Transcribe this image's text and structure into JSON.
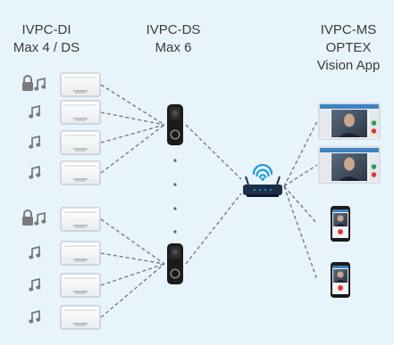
{
  "columns": {
    "di": {
      "line1": "IVPC-DI",
      "line2": "Max 4 / DS"
    },
    "ds": {
      "line1": "IVPC-DS",
      "line2": "Max 6"
    },
    "ms": {
      "line1": "IVPC-MS",
      "line2": "OPTEX",
      "line3": "Vision App"
    }
  },
  "icons": {
    "lock": "lock-icon",
    "music": "music-note-icon",
    "wifi": "wifi-icon"
  },
  "groups": [
    {
      "name": "group-top",
      "units": [
        {
          "lock": true
        },
        {
          "lock": false
        },
        {
          "lock": false
        },
        {
          "lock": false
        }
      ]
    },
    {
      "name": "group-bottom",
      "units": [
        {
          "lock": true
        },
        {
          "lock": false
        },
        {
          "lock": false
        },
        {
          "lock": false
        }
      ]
    }
  ],
  "colors": {
    "background": "#e8f4fc",
    "text": "#3a3a3a",
    "icon": "#7a7a7a",
    "dash": "#7a7a7a",
    "wifi": "#1a9bd7",
    "router": "#1c2e4a",
    "accent_red": "#e03a2e"
  }
}
